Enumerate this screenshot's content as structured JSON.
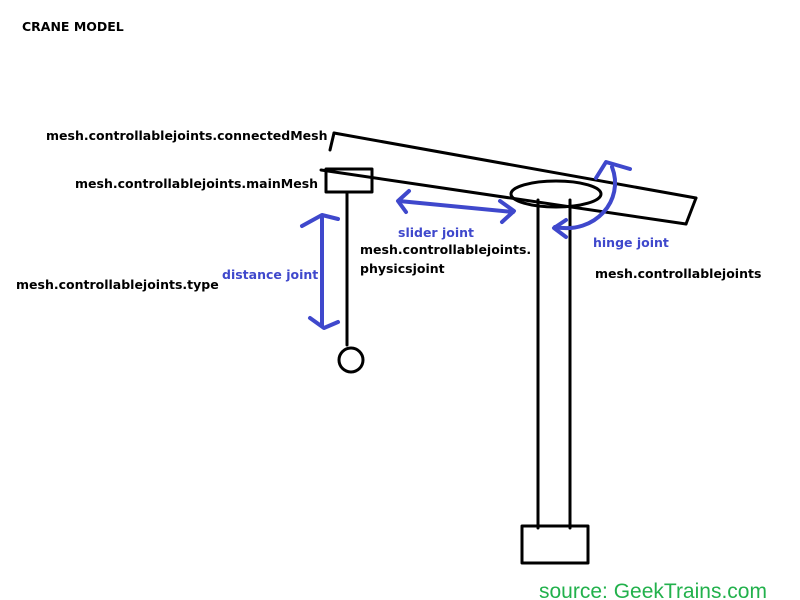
{
  "title": "CRANE MODEL",
  "labels": {
    "connected_mesh": "mesh.controllablejoints.connectedMesh",
    "main_mesh": "mesh.controllablejoints.mainMesh",
    "type": "mesh.controllablejoints.type",
    "physicsjoint_line1": "mesh.controllablejoints.",
    "physicsjoint_line2": "physicsjoint",
    "controllablejoints": "mesh.controllablejoints"
  },
  "joints": {
    "distance": "distance joint",
    "slider": "slider joint",
    "hinge": "hinge joint"
  },
  "source": "source: GeekTrains.com",
  "colors": {
    "ink": "#000000",
    "joint_arrows": "#3f48cc",
    "source_text": "#22b14c"
  }
}
